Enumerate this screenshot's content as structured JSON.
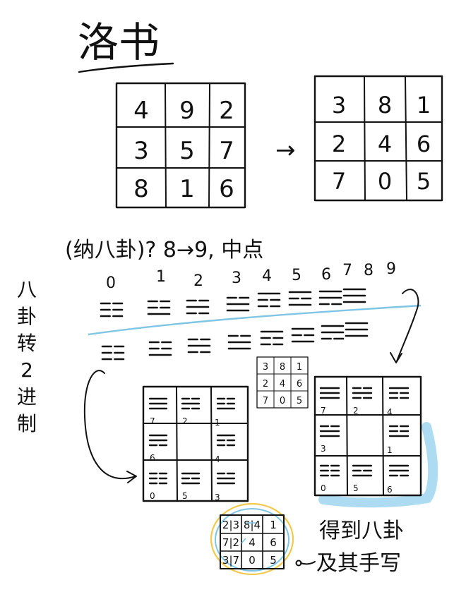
{
  "title": "洛书",
  "luoshu_grid": [
    [
      "4",
      "9",
      "2"
    ],
    [
      "3",
      "5",
      "7"
    ],
    [
      "8",
      "1",
      "6"
    ]
  ],
  "arrow_label": "→",
  "transformed_grid": [
    [
      "3",
      "8",
      "1"
    ],
    [
      "2",
      "4",
      "6"
    ],
    [
      "7",
      "0",
      "5"
    ]
  ],
  "question_line": "(纳八卦)? 8→9, 中点",
  "side_note": "八卦转2进制",
  "top_index_labels": [
    "0",
    "1",
    "2",
    "3",
    "4",
    "5",
    "6",
    "7",
    "8",
    "9"
  ],
  "trigram_codes": [
    "000",
    "001",
    "010",
    "011",
    "100",
    "101",
    "110",
    "111"
  ],
  "small_grid": [
    [
      "3",
      "8",
      "1"
    ],
    [
      "2",
      "4",
      "6"
    ],
    [
      "7",
      "0",
      "5"
    ]
  ],
  "left_bagua": {
    "labels": [
      [
        "7",
        "2",
        "1"
      ],
      [
        "6",
        "",
        "4"
      ],
      [
        "0",
        "5",
        "3"
      ]
    ],
    "codes": [
      [
        "111",
        "010",
        "001"
      ],
      [
        "110",
        "",
        "100"
      ],
      [
        "000",
        "101",
        "011"
      ]
    ]
  },
  "right_bagua": {
    "labels": [
      [
        "7",
        "2",
        "4"
      ],
      [
        "3",
        "",
        "1"
      ],
      [
        "0",
        "5",
        "6"
      ]
    ],
    "codes": [
      [
        "111",
        "010",
        "100"
      ],
      [
        "011",
        "",
        "001"
      ],
      [
        "000",
        "101",
        "110"
      ]
    ]
  },
  "bottom_grid": [
    [
      "2|3",
      "8|4",
      "1"
    ],
    [
      "7|2",
      "4",
      "6"
    ],
    [
      "3|7",
      "0",
      "5"
    ]
  ],
  "bottom_note": [
    "得到八卦",
    "及其手写"
  ],
  "colors": {
    "ink": "#111111",
    "blue": "#7fc6e4",
    "yellow": "#f2c94c",
    "light_blue": "#9fd6f0"
  }
}
